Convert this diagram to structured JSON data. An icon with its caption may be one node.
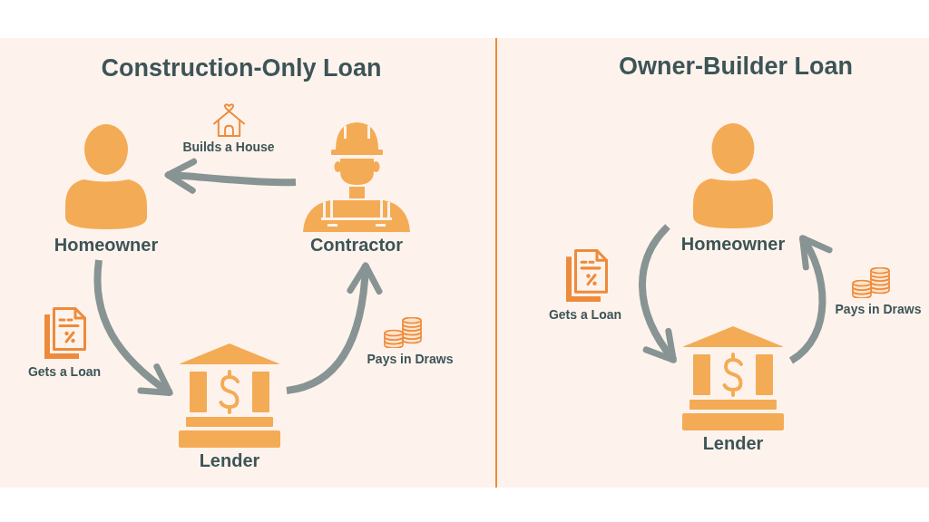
{
  "diagram": {
    "nodes": [
      {
        "text": [
          "Construction-Only Loan"
        ]
      },
      {
        "text": [
          "Homeowner"
        ],
        "in": 0
      },
      {
        "text": [
          "Contractor"
        ],
        "in": 0
      },
      {
        "text": [
          "Lender"
        ],
        "in": 0
      },
      {
        "text": [
          "Owner-Builder Loan"
        ]
      },
      {
        "text": [
          "Homeowner"
        ],
        "in": 4
      },
      {
        "text": [
          "Lender"
        ],
        "in": 4
      }
    ],
    "edges": [
      {
        "from": 2,
        "to": 1,
        "arrow": "to",
        "label": "Builds a House"
      },
      {
        "from": 1,
        "to": 3,
        "arrow": "to",
        "label": "Gets a Loan"
      },
      {
        "from": 3,
        "to": 2,
        "arrow": "to",
        "label": "Pays in Draws"
      },
      {
        "from": 5,
        "to": 6,
        "arrow": "to",
        "label": "Gets a Loan"
      },
      {
        "from": 6,
        "to": 5,
        "arrow": "to",
        "label": "Pays in Draws"
      }
    ]
  }
}
